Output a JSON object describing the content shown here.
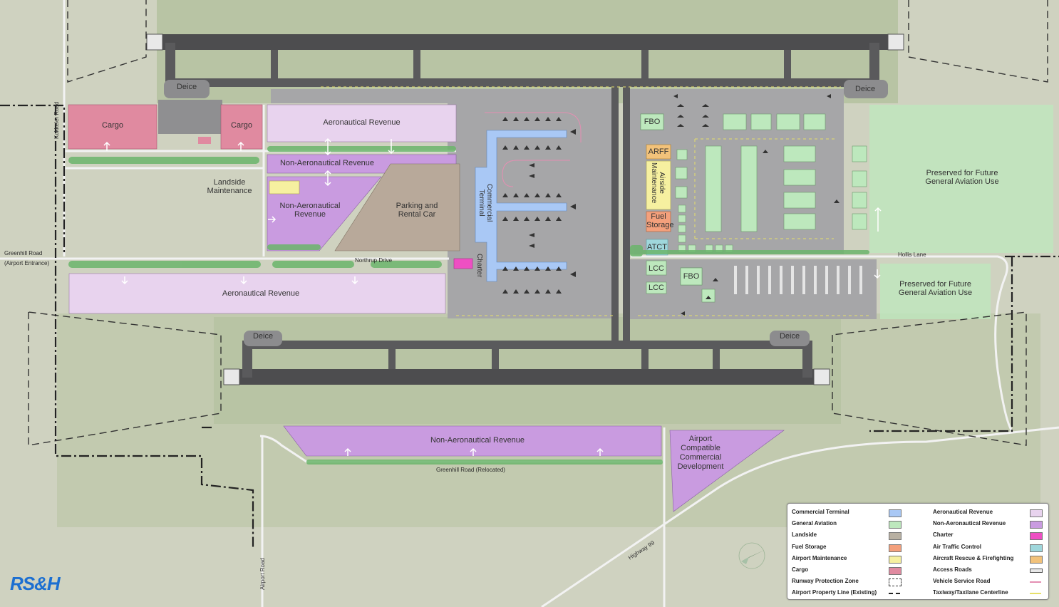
{
  "labels": {
    "cargo_1": "Cargo",
    "cargo_2": "Cargo",
    "aero_rev_north": "Aeronautical Revenue",
    "non_aero_rev_north": "Non-Aeronautical Revenue",
    "landside_maint": "Landside\nMaintenance",
    "non_aero_rev_mid": "Non-Aeronautical\nRevenue",
    "parking": "Parking and\nRental Car",
    "commercial_terminal": "Commercial\nTerminal",
    "charter": "Charter",
    "aero_rev_south": "Aeronautical Revenue",
    "non_aero_rev_south": "Non-Aeronautical Revenue",
    "airport_commercial": "Airport\nCompatible\nCommercial\nDevelopment",
    "preserved_ga_1": "Preserved for Future\nGeneral Aviation Use",
    "preserved_ga_2": "Preserved for Future\nGeneral Aviation Use",
    "fbo_1": "FBO",
    "fbo_2": "FBO",
    "arff": "ARFF",
    "airside_maint": "Airside\nMaintenance",
    "fuel_storage": "Fuel\nStorage",
    "atct": "ATCT",
    "lcc_1": "LCC",
    "lcc_2": "LCC",
    "deice_nw": "Deice",
    "deice_ne": "Deice",
    "deice_sw": "Deice",
    "deice_se": "Deice",
    "kokkeler_road": "Kokkeler Road",
    "greenhill_road": "Greenhill Road",
    "airport_entrance": "(Airport Entrance)",
    "northrup_drive": "Northrup Drive",
    "hollis_lane": "Hollis Lane",
    "greenhill_relocated": "Greenhill Road (Relocated)",
    "highway_99": "Highway 99",
    "airport_road": "Airport Road"
  },
  "legend": {
    "left": [
      {
        "label": "Commercial Terminal",
        "color": "#a9c8f5"
      },
      {
        "label": "General Aviation",
        "color": "#bde8bd"
      },
      {
        "label": "Landside",
        "color": "#b8b0a2"
      },
      {
        "label": "Fuel Storage",
        "color": "#f4a07c"
      },
      {
        "label": "Airport Maintenance",
        "color": "#f6f0a0"
      },
      {
        "label": "Cargo",
        "color": "#e08aa0"
      },
      {
        "label": "Runway Protection Zone",
        "color": "dashed"
      },
      {
        "label": "Airport Property Line (Existing)",
        "color": "dashdot"
      }
    ],
    "right": [
      {
        "label": "Aeronautical Revenue",
        "color": "#e8d3ee"
      },
      {
        "label": "Non-Aeronautical Revenue",
        "color": "#c99be0"
      },
      {
        "label": "Charter",
        "color": "#ee4fc3"
      },
      {
        "label": "Air Traffic Control",
        "color": "#9fd7dc"
      },
      {
        "label": "Aircraft Rescue & Firefighting",
        "color": "#f2c27a"
      },
      {
        "label": "Access Roads",
        "color": "road"
      },
      {
        "label": "Vehicle Service Road",
        "color": "#e48fb2"
      },
      {
        "label": "Taxiway/Taxilane Centerline",
        "color": "#e7e06a"
      }
    ]
  },
  "logo": "RS&H",
  "colors": {
    "terminal": "#a9c8f5",
    "ga": "#bde8bd",
    "landside": "#b8b0a2",
    "fuel": "#f4a07c",
    "maint": "#f6f0a0",
    "cargo": "#e08aa0",
    "aero": "#e8d3ee",
    "nonaero": "#c99be0",
    "charter": "#ee4fc3",
    "atct": "#9fd7dc",
    "arff": "#f2c27a"
  }
}
